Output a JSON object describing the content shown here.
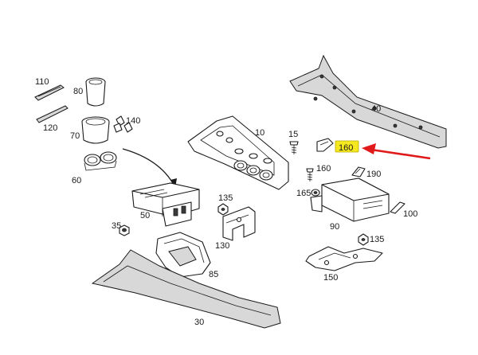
{
  "diagram": {
    "part_labels": {
      "p110": "110",
      "p80": "80",
      "p120": "120",
      "p70": "70",
      "p140": "140",
      "p60": "60",
      "p10": "10",
      "p15": "15",
      "p40": "40",
      "p160_highlight": "160",
      "p160": "160",
      "p190": "190",
      "p165": "165",
      "p135a": "135",
      "p50": "50",
      "p35": "35",
      "p130": "130",
      "p85": "85",
      "p100": "100",
      "p90": "90",
      "p135b": "135",
      "p150": "150",
      "p30": "30"
    },
    "highlight_color": "#f5e81e",
    "arrow_color": "#e01a1a"
  }
}
